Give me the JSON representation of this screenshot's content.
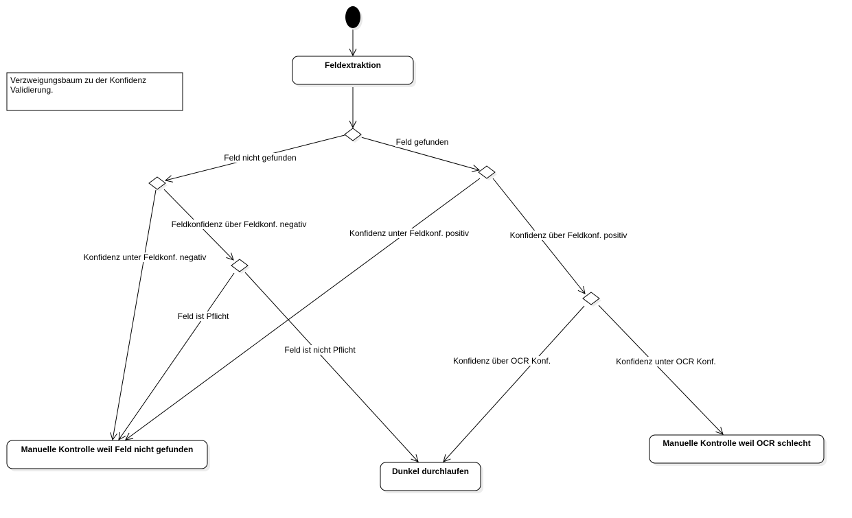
{
  "note": {
    "lines": [
      "Verzweigungsbaum zu der Konfidenz",
      "Validierung."
    ]
  },
  "nodes": {
    "feldextraktion": "Feldextraktion",
    "manuell_feld": "Manuelle Kontrolle weil Feld nicht gefunden",
    "dunkel": "Dunkel durchlaufen",
    "manuell_ocr": "Manuelle Kontrolle weil OCR schlecht"
  },
  "edges": {
    "feld_nicht_gefunden": "Feld nicht gefunden",
    "feld_gefunden": "Feld gefunden",
    "konf_unter_negativ": "Konfidenz unter Feldkonf. negativ",
    "feldkonf_ueber_negativ": "Feldkonfidenz über Feldkonf. negativ",
    "konf_unter_positiv": "Konfidenz unter Feldkonf. positiv",
    "konf_ueber_positiv": "Konfidenz über Feldkonf. positiv",
    "pflicht": "Feld ist Pflicht",
    "nicht_pflicht": "Feld ist nicht Pflicht",
    "ueber_ocr": "Konfidenz über OCR Konf.",
    "unter_ocr": "Konfidenz unter OCR Konf."
  }
}
